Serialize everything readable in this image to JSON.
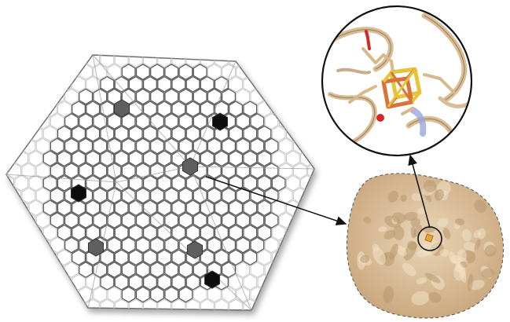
{
  "figure": {
    "panels": [
      {
        "id": "icosahedral-shell",
        "kind": "hexagon-lattice-icosahedron"
      },
      {
        "id": "protein-subunit",
        "kind": "surface-rendering"
      },
      {
        "id": "cluster-zoom",
        "kind": "circular-inset"
      }
    ],
    "colors": {
      "lattice_stroke": "#5a5a5a",
      "lattice_light": "#c8c8c8",
      "pentamer_dark": "#111111",
      "pentamer_grey": "#5f5f5f",
      "protein_tan": "#d9bf9b",
      "protein_shadow": "#b8976e",
      "cluster_orange": "#d9733a",
      "cluster_yellow": "#e6c43a",
      "oxygen_red": "#d62828",
      "arrow": "#111111"
    }
  }
}
